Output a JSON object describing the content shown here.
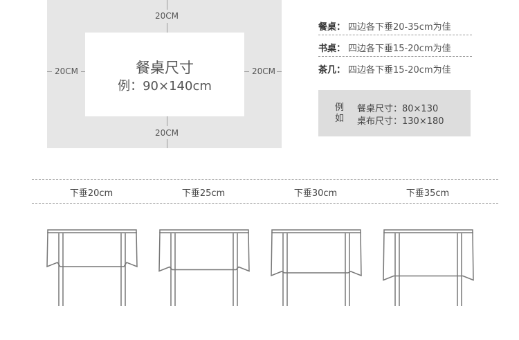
{
  "diagram": {
    "title": "餐桌尺寸",
    "example": "例：90×140cm",
    "margin_top": "20CM",
    "margin_bottom": "20CM",
    "margin_left": "20CM",
    "margin_right": "20CM"
  },
  "rules": [
    {
      "name": "餐桌：",
      "text": "四边各下垂20-35cm为佳"
    },
    {
      "name": "书桌：",
      "text": "四边各下垂15-20cm为佳"
    },
    {
      "name": "茶几：",
      "text": "四边各下垂15-20cm为佳"
    }
  ],
  "example_box": {
    "tag_1": "例",
    "tag_2": "如",
    "line_1": "餐桌尺寸：80×130",
    "line_2": "桌布尺寸：130×180"
  },
  "drops": [
    {
      "label": "下垂20cm",
      "drop_cm": 20
    },
    {
      "label": "下垂25cm",
      "drop_cm": 25
    },
    {
      "label": "下垂30cm",
      "drop_cm": 30
    },
    {
      "label": "下垂35cm",
      "drop_cm": 35
    }
  ],
  "colors": {
    "panel_gray": "#e6e6e6",
    "example_gray": "#dddddd",
    "line": "#777777"
  }
}
